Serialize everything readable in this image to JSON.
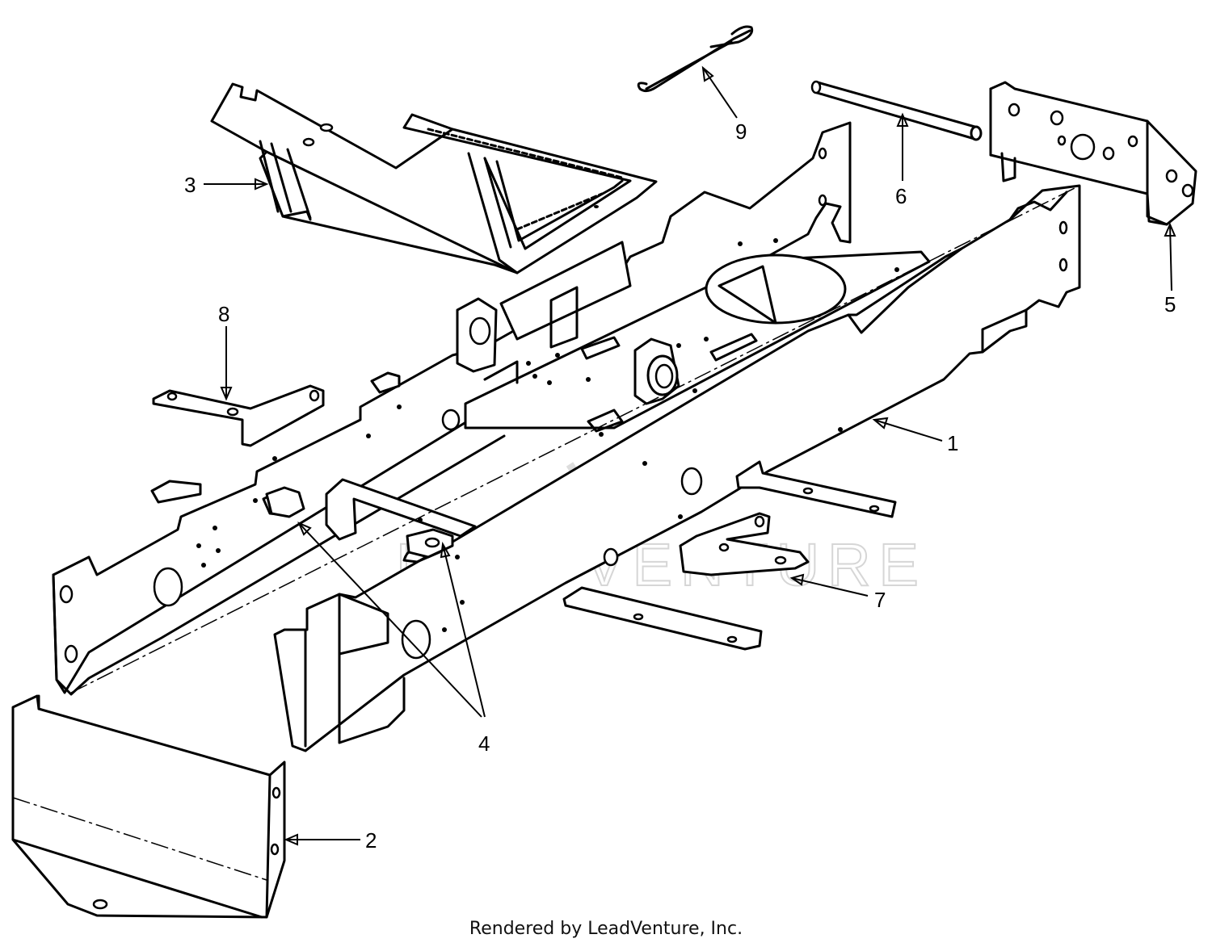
{
  "callouts": [
    {
      "id": "1",
      "label": "1",
      "part": "Frame"
    },
    {
      "id": "2",
      "label": "2",
      "part": "Rear skid plate"
    },
    {
      "id": "3",
      "label": "3",
      "part": "Step plate"
    },
    {
      "id": "4",
      "label": "4",
      "part": "Axle brackets"
    },
    {
      "id": "5",
      "label": "5",
      "part": "Front bracket plate"
    },
    {
      "id": "6",
      "label": "6",
      "part": "Pivot rod"
    },
    {
      "id": "7",
      "label": "7",
      "part": "Right mounting bracket"
    },
    {
      "id": "8",
      "label": "8",
      "part": "Left mounting bracket"
    },
    {
      "id": "9",
      "label": "9",
      "part": "Cotter pin"
    }
  ],
  "watermark": {
    "brand_text": "LEADVENTURE"
  },
  "footer": {
    "text": "Rendered by LeadVenture, Inc."
  }
}
